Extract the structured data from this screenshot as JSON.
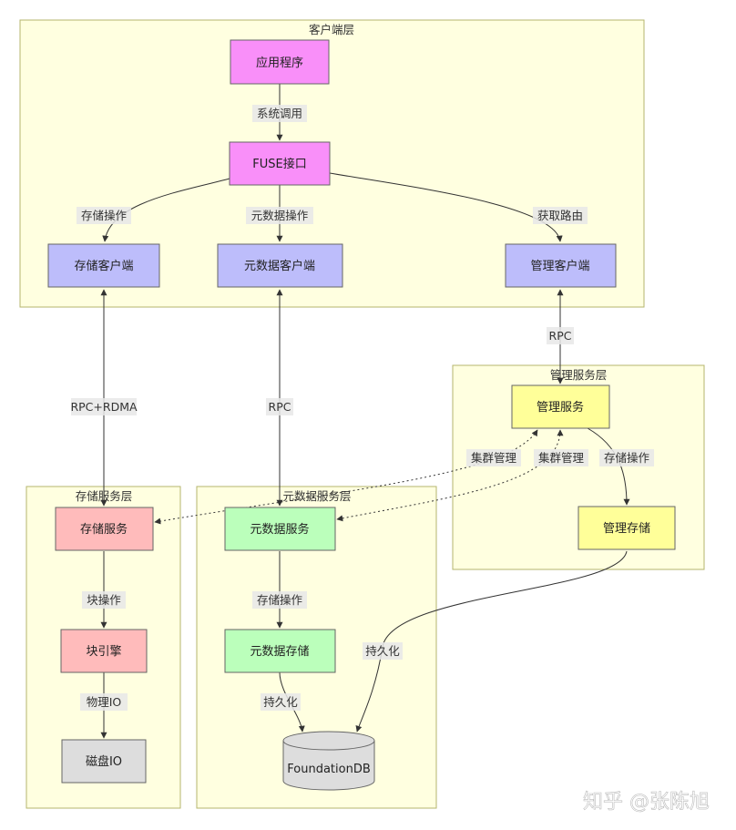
{
  "clusters": {
    "client": "客户端层",
    "mgmt": "管理服务层",
    "storage": "存储服务层",
    "meta": "元数据服务层"
  },
  "nodes": {
    "app": "应用程序",
    "fuse": "FUSE接口",
    "storage_client": "存储客户端",
    "meta_client": "元数据客户端",
    "mgmt_client": "管理客户端",
    "mgmt_service": "管理服务",
    "mgmt_storage": "管理存储",
    "storage_service": "存储服务",
    "block_engine": "块引擎",
    "disk_io": "磁盘IO",
    "meta_service": "元数据服务",
    "meta_storage": "元数据存储",
    "foundationdb": "FoundationDB"
  },
  "edge_labels": {
    "syscall": "系统调用",
    "storage_op_1": "存储操作",
    "meta_op": "元数据操作",
    "route": "获取路由",
    "rpc_mgmt": "RPC",
    "rpc_rdma": "RPC+RDMA",
    "rpc_meta": "RPC",
    "cluster_mgmt_1": "集群管理",
    "cluster_mgmt_2": "集群管理",
    "storage_op_mgmt": "存储操作",
    "block_op": "块操作",
    "physical_io": "物理IO",
    "storage_op_meta": "存储操作",
    "persist_meta": "持久化",
    "persist_mgmt": "持久化"
  },
  "colors": {
    "client_nodes": "#bdbdfb",
    "app_fuse": "#f98ff9",
    "mgmt_nodes": "#ffff99",
    "storage_nodes": "#ffbbbb",
    "meta_nodes": "#bbffbb",
    "disk": "#dddddd",
    "db": "#dddddd",
    "cluster_fill": "#ffffe0"
  },
  "watermark": "知乎 @张陈旭"
}
